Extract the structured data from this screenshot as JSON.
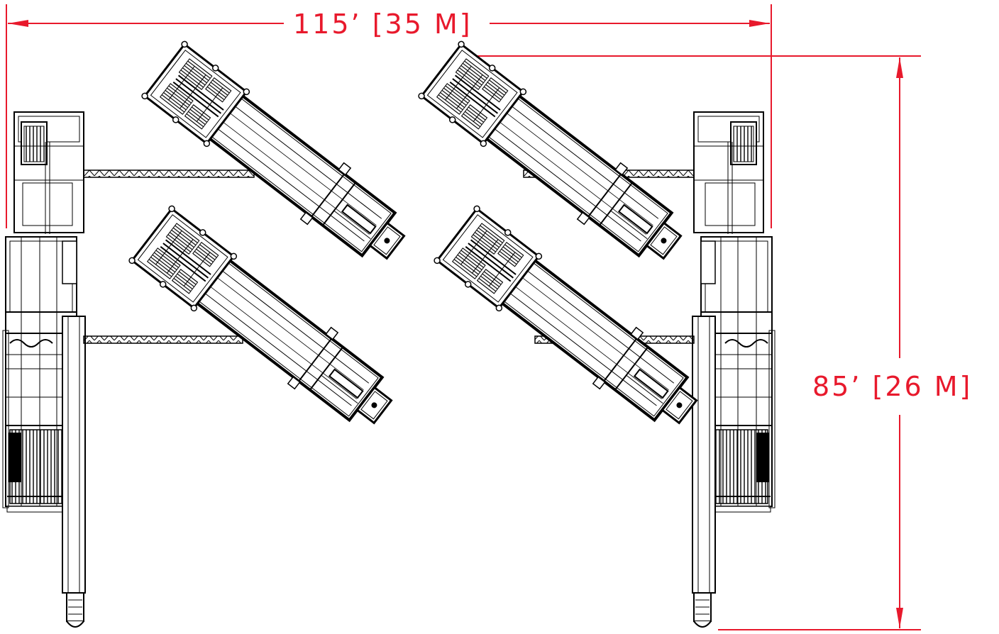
{
  "dimensions": {
    "width_label": "115’ [35 M]",
    "height_label": "85’ [26 M]"
  },
  "colors": {
    "dimension": "#e8192c",
    "equipment": "#000000",
    "background": "#ffffff"
  },
  "equipment": {
    "plants": [
      "left-plant",
      "right-plant"
    ],
    "conveyors_per_plant": 2,
    "catwalks_per_plant": 2
  }
}
